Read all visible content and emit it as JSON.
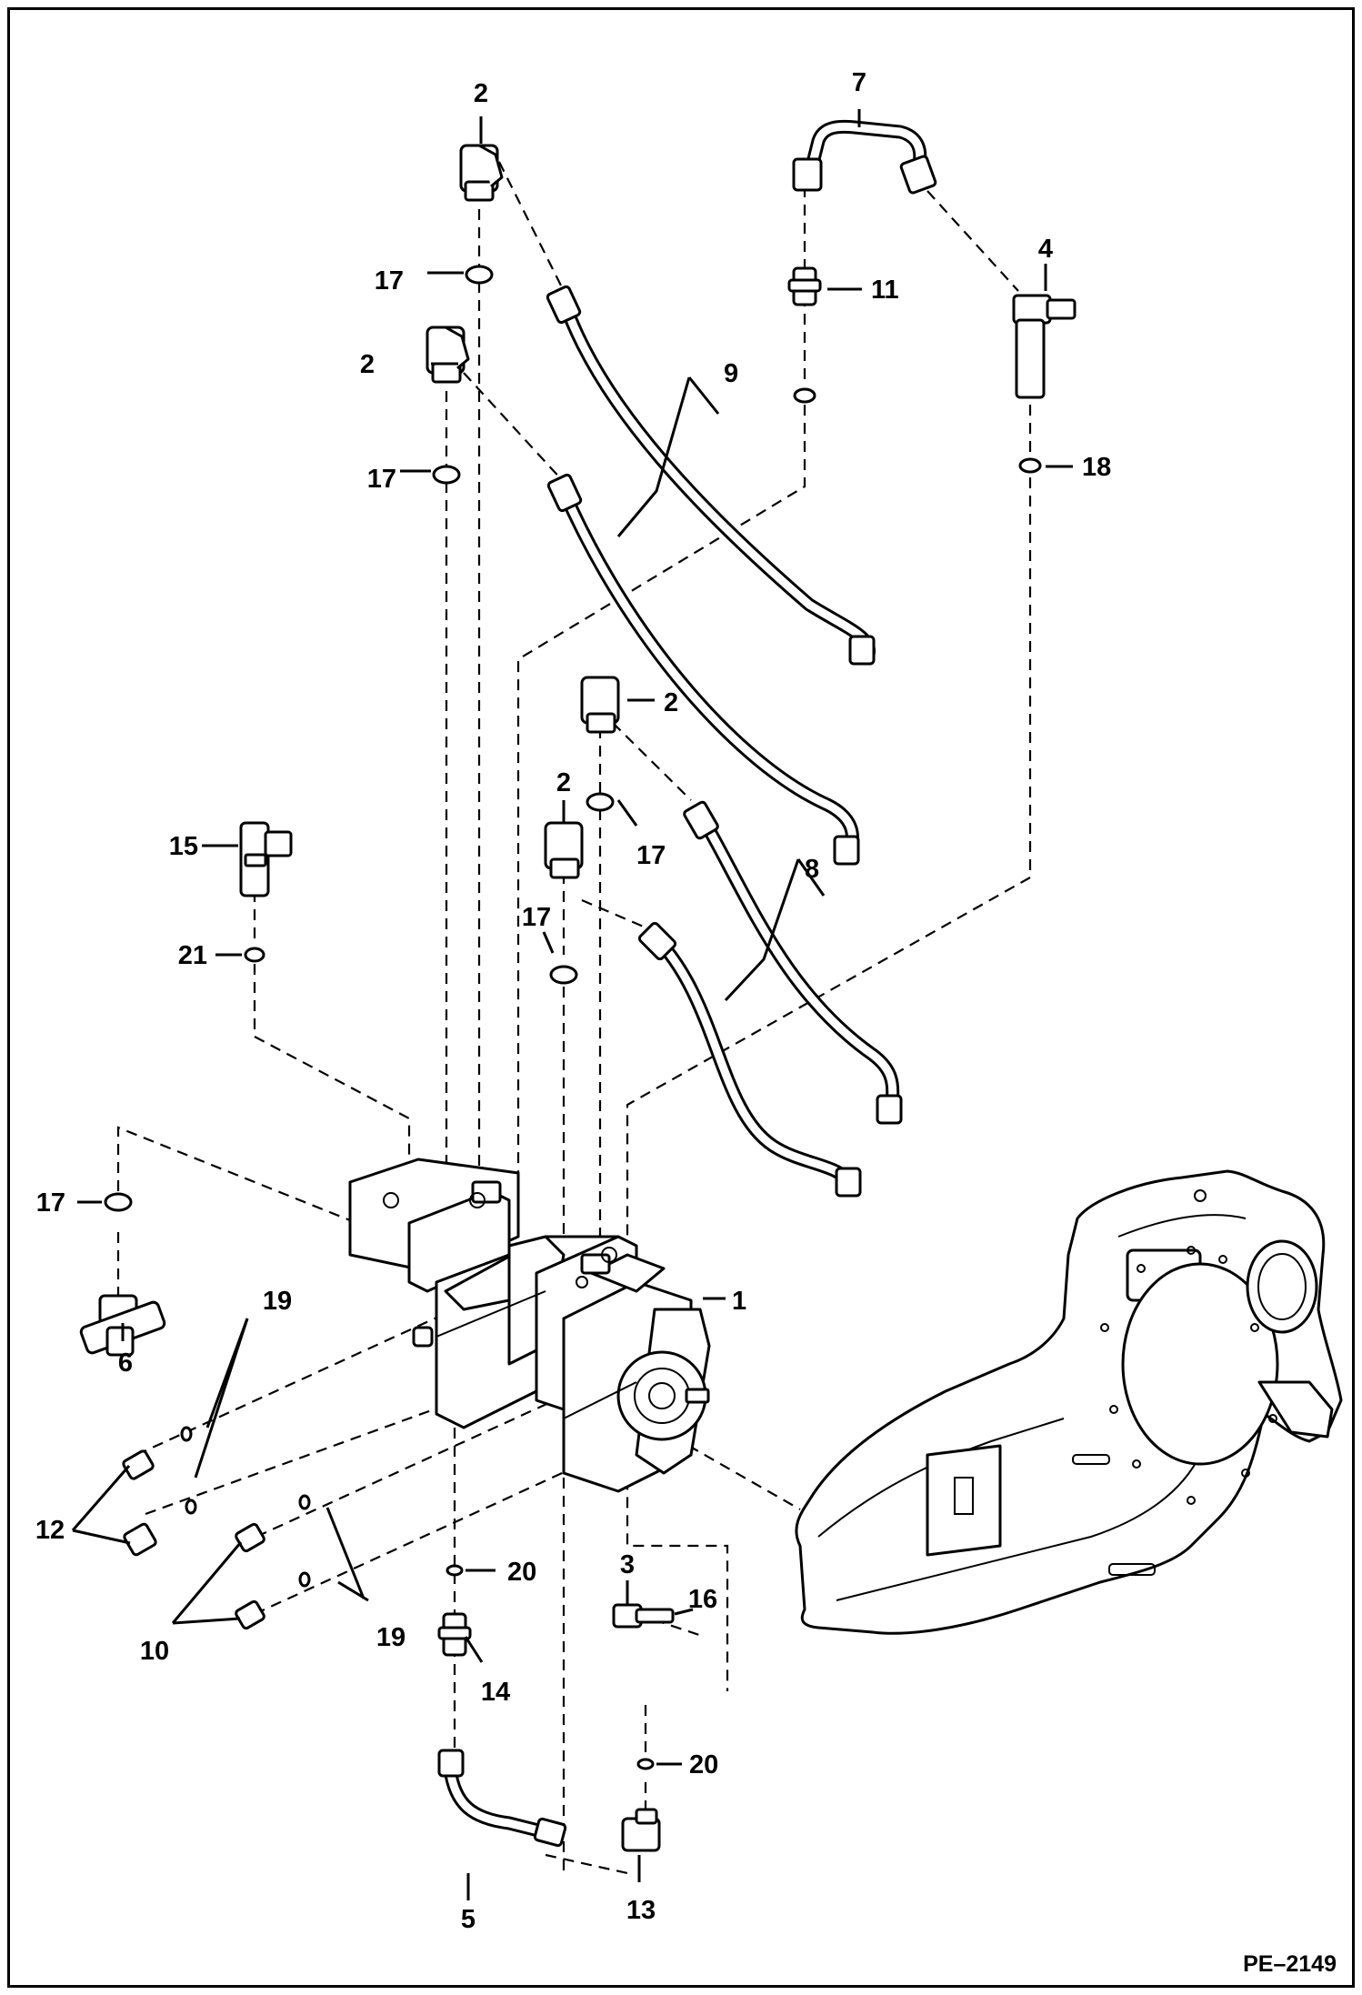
{
  "figure_ref": "PE–2149",
  "callouts": {
    "c1": "1",
    "c2a": "2",
    "c2b": "2",
    "c2c": "2",
    "c2d": "2",
    "c3": "3",
    "c4": "4",
    "c5": "5",
    "c6": "6",
    "c7": "7",
    "c8": "8",
    "c9": "9",
    "c10": "10",
    "c11": "11",
    "c12": "12",
    "c13": "13",
    "c14": "14",
    "c15": "15",
    "c16": "16",
    "c17a": "17",
    "c17b": "17",
    "c17c": "17",
    "c17d": "17",
    "c17e": "17",
    "c18": "18",
    "c19a": "19",
    "c19b": "19",
    "c20a": "20",
    "c20b": "20",
    "c21": "21"
  }
}
